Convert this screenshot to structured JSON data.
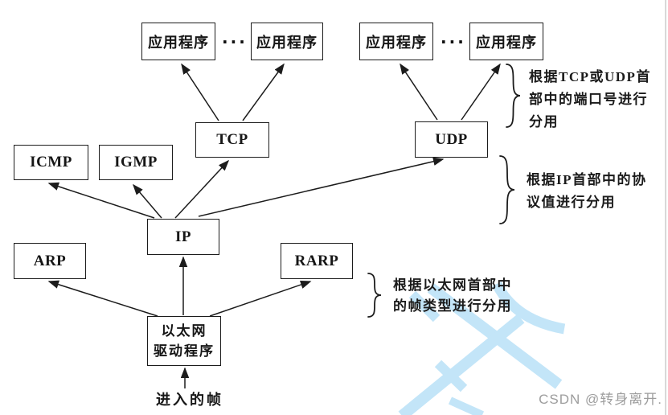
{
  "diagram": {
    "application_boxes": [
      "应用程序",
      "应用程序",
      "应用程序",
      "应用程序"
    ],
    "ellipsis": "···",
    "protocols": {
      "tcp": "TCP",
      "udp": "UDP",
      "icmp": "ICMP",
      "igmp": "IGMP",
      "ip": "IP",
      "arp": "ARP",
      "rarp": "RARP"
    },
    "ethernet_driver_lines": [
      "以太网",
      "驱动程序"
    ],
    "incoming_frame_label": "进入的帧",
    "annotations": {
      "port_demux_lines": [
        "根据TCP或UDP首",
        "部中的端口号进行",
        "分用"
      ],
      "ip_protocol_demux_lines": [
        "根据IP首部中的协",
        "议值进行分用"
      ],
      "frame_type_demux_lines": [
        "根据以太网首部中",
        "的帧类型进行分用"
      ]
    },
    "watermark_text": "CSDN @转身离开."
  },
  "colors": {
    "line": "#1c1c1c",
    "watermark-blue": "#c3e5f8",
    "watermark-text": "#9d9d9d",
    "page-edge": "#d9d9d9"
  }
}
